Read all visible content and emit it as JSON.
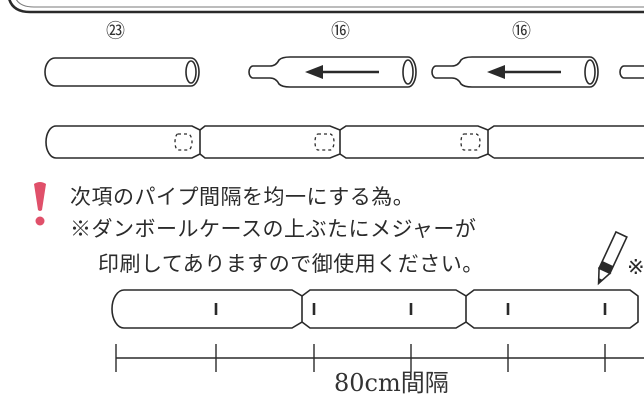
{
  "part_numbers": {
    "first": "㉓",
    "second": "⑯",
    "third": "⑯"
  },
  "notice": {
    "line1": "次項のパイプ間隔を均一にする為。",
    "line2": "※ダンボールケースの上ぶたにメジャーが",
    "line3": "印刷してありますので御使用ください。",
    "side_mark": "※"
  },
  "spacing_label": "80cm間隔",
  "colors": {
    "line": "#2a2a2a",
    "warning": "#e0506a"
  },
  "icons": [
    "arrow-left-icon",
    "exclamation-icon",
    "pencil-icon"
  ]
}
